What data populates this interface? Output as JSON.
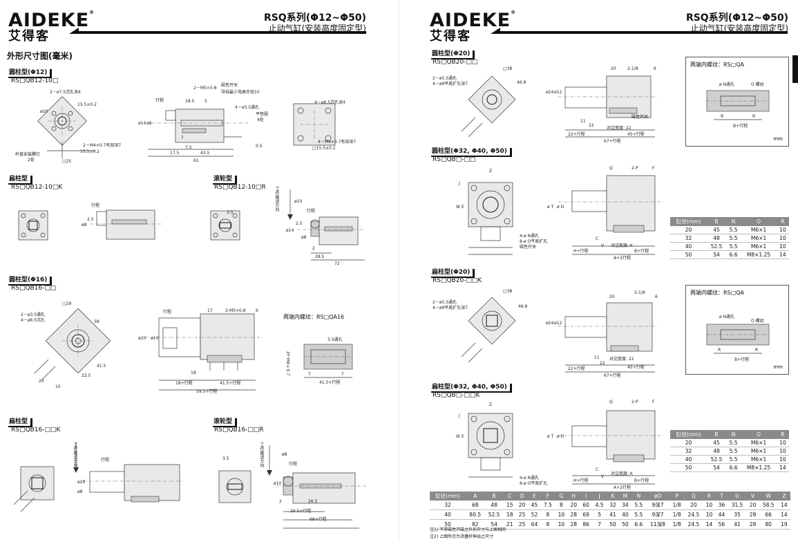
{
  "brand": {
    "name": "AIDEKE",
    "mark": "®",
    "cn": "艾得客"
  },
  "series": {
    "title": "RSQ系列(Φ12~Φ50)",
    "subtitle": "止动气缸(安装高度固定型)"
  },
  "left": {
    "heading": "外形尺寸图(毫米)",
    "sections": {
      "r12": {
        "tag": "圆柱型(Φ12)",
        "model": "RS□QB12-10□"
      },
      "f12": {
        "tag": "扁柱型",
        "model": "RS□QB12-10□K"
      },
      "g12": {
        "tag": "滚轮型",
        "model": "RS□QB12-10□R"
      },
      "r16": {
        "tag": "圆柱型(Φ16)",
        "model": "RS□QB16-□□"
      },
      "f16": {
        "tag": "扁柱型",
        "model": "RS□QB16-□□K"
      },
      "g16": {
        "tag": "滚轮型",
        "model": "RS□QB16-□□R"
      }
    },
    "dims12": {
      "hole": "2－ø7.5沉孔深4",
      "phi20": "ø20",
      "d15": "15.5±0.2",
      "m4": "2－M4×0.7有效深7",
      "bolt": "杆盖安装螺钉",
      "bolt2": "2处",
      "d25": "□25",
      "d15b": "15.5±0.2",
      "stroke": "行程",
      "m5": "2－M5×0.8",
      "sw": "磁性开关",
      "sw2": "导线最小弯曲半径10",
      "d18": "18.5",
      "d5": "5",
      "phi8": "ø8",
      "phi14": "ø14",
      "phi35": "4－ø3.5通孔",
      "flat": "平垫圈",
      "flat2": "4处",
      "d7": "7",
      "d75": "7.5",
      "d05": "0.5",
      "d175": "17.5",
      "d435": "43.5",
      "d61": "61",
      "hole2": "4－ø6.5沉孔深4",
      "m4b": "4－M4×0.7有效深7",
      "d15c": "□15.5±0.2"
    },
    "dimsf12": {
      "stroke": "行程",
      "phi8": "ø8",
      "d25": "2.5",
      "d35": "3.5",
      "dir": "工件搬送方向",
      "phi10": "ø10",
      "stroke2": "行程",
      "phi14": "ø14",
      "d25b": "2.5",
      "phi8b": "ø8",
      "d2": "2",
      "d285": "28.5",
      "d72": "72"
    },
    "dims16": {
      "d29": "□29",
      "h1": "2－ø3.5通孔",
      "h2": "4－ø6.5沉孔",
      "d38": "38",
      "d225": "22.5",
      "d415": "41.5",
      "d20": "20",
      "d10": "10",
      "stroke": "行程",
      "d17": "17",
      "m5": "2-M5×0.8",
      "d6": "6",
      "phi20": "ø20",
      "phi10": "ø10",
      "d18": "18",
      "d18s": "18+行程",
      "d41s": "41.5+行程",
      "d59s": "59.5+行程",
      "thread": "两端内螺纹：RS□QA16",
      "via": "3.5通孔",
      "m4": "2个M4×0.7",
      "d7": "7",
      "d7b": "7",
      "d41": "41.5+行程"
    },
    "dimsf16": {
      "dir": "工件搬送方向",
      "stroke": "行程",
      "phi20": "ø20",
      "phi8": "ø8",
      "d35": "3.5",
      "dir2": "工件搬送方向",
      "phi8b": "ø8",
      "stroke2": "行程",
      "phi10": "ø10",
      "d2": "2",
      "d265": "26.5",
      "d265s": "26.5+行程",
      "d68s": "68+行程"
    }
  },
  "right": {
    "sections": {
      "r20": {
        "tag": "圆柱型(Φ20)",
        "model": "RS□QB20-□□"
      },
      "r32": {
        "tag": "圆柱型(Φ32, Φ40, Φ50)",
        "model": "RS□QB□-□□"
      },
      "f20": {
        "tag": "扁柱型(Φ20)",
        "model": "RS□QB20-□□K"
      },
      "f32": {
        "tag": "扁柱型(Φ32, Φ40, Φ50)",
        "model": "RS□QB□-□□K"
      }
    },
    "dims20": {
      "d38": "□38",
      "h1": "2－ø5.5通孔",
      "h2": "4－ø9平底扩孔深7",
      "d468": "46.8",
      "d20": "20",
      "d218": "2-1/8",
      "d6": "6",
      "sw": "磁性开关",
      "d11": "11",
      "d22": "22",
      "opp": "对边宽度: 22",
      "d45s": "45+行程",
      "d22s": "22+行程",
      "d67s": "67+行程",
      "phi24": "ø24",
      "phi12": "ø12"
    },
    "dims32": {
      "z": "Z",
      "q": "Q",
      "p": "2-P",
      "f": "F",
      "w": "W",
      "e": "E",
      "j": "J",
      "n": "4-ø N通孔",
      "o": "8-ø O平底扩孔",
      "sw": "磁性开关",
      "opp": "对边宽度: K",
      "bs": "B+行程",
      "hs": "H+行程",
      "as": "A+2行程",
      "t": "ø T",
      "d": "ø D",
      "c": "C",
      "v": "V"
    },
    "thread1": {
      "title": "两端内螺纹：RS□QA",
      "n": "ø N通孔",
      "o": "O 螺纹",
      "r": "R",
      "r2": "R",
      "bs": "B+行程",
      "unit": "mm"
    },
    "thread2": {
      "title": "两端内螺纹：RS□QA",
      "n": "ø N通孔",
      "o": "O 螺纹",
      "r": "R",
      "r2": "R",
      "bs": "B+行程",
      "unit": "mm"
    },
    "small_table1": {
      "headers": [
        "缸径(mm)",
        "B",
        "N",
        "O",
        "R"
      ],
      "rows": [
        [
          "20",
          "45",
          "5.5",
          "M6×1",
          "10"
        ],
        [
          "32",
          "48",
          "5.5",
          "M6×1",
          "10"
        ],
        [
          "40",
          "52.5",
          "5.5",
          "M6×1",
          "10"
        ],
        [
          "50",
          "54",
          "6.6",
          "M8×1.25",
          "14"
        ]
      ]
    },
    "small_table2": {
      "headers": [
        "缸径(mm)",
        "B",
        "N",
        "O",
        "R"
      ],
      "rows": [
        [
          "20",
          "45",
          "5.5",
          "M6×1",
          "10"
        ],
        [
          "32",
          "48",
          "5.5",
          "M6×1",
          "10"
        ],
        [
          "40",
          "52.5",
          "5.5",
          "M6×1",
          "10"
        ],
        [
          "50",
          "54",
          "6.6",
          "M8×1.25",
          "14"
        ]
      ]
    },
    "main_table": {
      "headers": [
        "缸径(mm)",
        "A",
        "B",
        "C",
        "D",
        "E",
        "F",
        "G",
        "H",
        "I",
        "J",
        "K",
        "M",
        "N",
        "øO",
        "P",
        "Q",
        "R",
        "T",
        "U",
        "V",
        "W",
        "Z"
      ],
      "rows": [
        [
          "32",
          "68",
          "48",
          "15",
          "20",
          "45",
          "7.5",
          "8",
          "20",
          "60",
          "4.5",
          "32",
          "34",
          "5.5",
          "9深7",
          "1/8",
          "20",
          "10",
          "36",
          "31.5",
          "20",
          "58.5",
          "14"
        ],
        [
          "40",
          "80.5",
          "52.5",
          "18",
          "25",
          "52",
          "8",
          "10",
          "28",
          "69",
          "5",
          "41",
          "40",
          "5.5",
          "9深7",
          "1/8",
          "24.5",
          "10",
          "44",
          "35",
          "28",
          "66",
          "14"
        ],
        [
          "50",
          "82",
          "54",
          "21",
          "25",
          "64",
          "8",
          "10",
          "28",
          "86",
          "7",
          "50",
          "50",
          "6.6",
          "11深8",
          "1/8",
          "24.5",
          "14",
          "56",
          "41",
          "28",
          "80",
          "19"
        ]
      ]
    },
    "notes": [
      "注1) 不带磁性开磁之外形尺寸与上图相同",
      "注2) 上图所示为活塞杆伸出之尺寸"
    ]
  }
}
